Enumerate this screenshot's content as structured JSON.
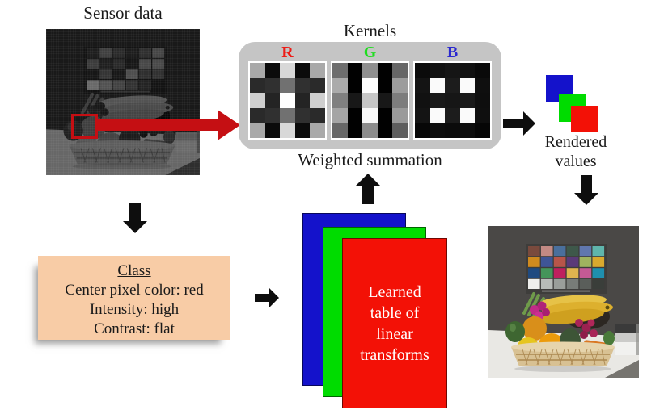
{
  "titles": {
    "sensor": "Sensor data",
    "kernels": "Kernels",
    "weighted_summation": "Weighted summation",
    "rendered_values": "Rendered\nvalues"
  },
  "class_box": {
    "heading": "Class",
    "lines": [
      "Center pixel color: red",
      "Intensity: high",
      "Contrast: flat"
    ],
    "bg_color": "#f8cca6"
  },
  "learned_table": {
    "label": "Learned\ntable of\nlinear\ntransforms",
    "layers": [
      {
        "name": "blue",
        "color": "#1412cb"
      },
      {
        "name": "green",
        "color": "#00dc00"
      },
      {
        "name": "red",
        "color": "#f31106"
      }
    ]
  },
  "rendered_squares": [
    {
      "name": "blue",
      "color": "#1412cb"
    },
    {
      "name": "green",
      "color": "#00dc00"
    },
    {
      "name": "red",
      "color": "#f31106"
    }
  ],
  "kernels": {
    "panel_color": "#c5c5c5",
    "items": [
      {
        "label": "R",
        "label_color": "#ed1c16",
        "cells": [
          "#a9a9a9",
          "#0b0b0b",
          "#d8d8d8",
          "#0b0b0b",
          "#a9a9a9",
          "#2a2a2a",
          "#303030",
          "#717171",
          "#303030",
          "#2a2a2a",
          "#cfcfcf",
          "#242424",
          "#ffffff",
          "#242424",
          "#cfcfcf",
          "#2a2a2a",
          "#303030",
          "#717171",
          "#303030",
          "#2a2a2a",
          "#a9a9a9",
          "#0b0b0b",
          "#d8d8d8",
          "#0b0b0b",
          "#a9a9a9"
        ]
      },
      {
        "label": "G",
        "label_color": "#1fdd1f",
        "cells": [
          "#6e6e6e",
          "#010101",
          "#8f8f8f",
          "#010101",
          "#666666",
          "#ababab",
          "#010101",
          "#fcfcfc",
          "#010101",
          "#9c9c9c",
          "#808080",
          "#181818",
          "#c6c6c6",
          "#181818",
          "#7d7d7d",
          "#a5a5a5",
          "#010101",
          "#f8f8f8",
          "#010101",
          "#9a9a9a",
          "#676767",
          "#010101",
          "#8c8c8c",
          "#010101",
          "#5e5e5e"
        ]
      },
      {
        "label": "B",
        "label_color": "#2a28cf",
        "cells": [
          "#0b0b0b",
          "#111111",
          "#151515",
          "#111111",
          "#0a0a0a",
          "#141414",
          "#fafafa",
          "#1c1c1c",
          "#fafafa",
          "#0f0f0f",
          "#111111",
          "#191919",
          "#161616",
          "#191919",
          "#0e0e0e",
          "#141414",
          "#fafafa",
          "#1c1c1c",
          "#fafafa",
          "#0f0f0f",
          "#070707",
          "#0d0d0d",
          "#0b0b0b",
          "#0d0d0d",
          "#060606"
        ]
      }
    ]
  },
  "arrow_colors": {
    "red": "#c50f13",
    "black": "#0e0e0e"
  },
  "scene": {
    "wall": "#4a4846",
    "table": "#e9e8e4",
    "table_edge": "#76746f",
    "checker_bg": "#3e3d3b",
    "checker_colors": [
      "#7a4a3d",
      "#c38a84",
      "#4a6f9c",
      "#3e584a",
      "#6077ae",
      "#5fb5ac",
      "#cf8a1e",
      "#3f5596",
      "#b85549",
      "#5a3a78",
      "#9fb35f",
      "#d9a92e",
      "#1f4a80",
      "#45955a",
      "#bf1f5e",
      "#dfb44f",
      "#c45a94",
      "#1f8fae",
      "#eeeeec",
      "#b8bcb8",
      "#9a9e9a",
      "#787c78",
      "#5a5e5a",
      "#3a3e3a"
    ],
    "banana": "#ddb02e",
    "banana_light": "#e6c247",
    "banana_dark": "#cfa01f",
    "celery": "#6f9b4a",
    "magenta_grapes": "#c12a87",
    "red_grapes": "#a82458",
    "persimmon": "#d98f1a",
    "orange_fruit": "#ec9b0c",
    "green_pepper": "#3e6631",
    "yellow_pepper": "#e6c51e",
    "avocado": "#3d5536",
    "carrot": "#d97722",
    "basket": "#d8c193",
    "basket_rim": "#e6d4ac",
    "basket_weave": "#aa8750"
  }
}
